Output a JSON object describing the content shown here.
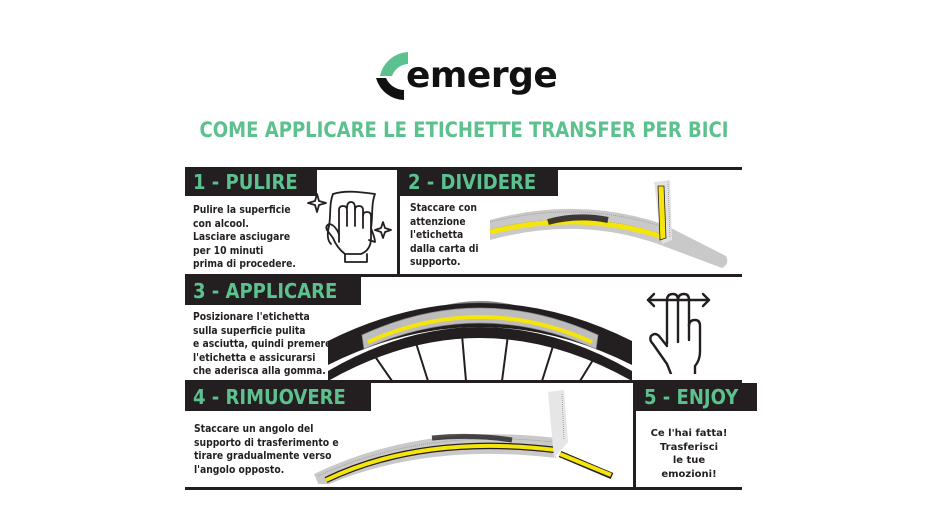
{
  "brand": {
    "name": "emerge",
    "accent": "#5cc18e",
    "dark": "#231f20"
  },
  "title": "COME APPLICARE LE ETICHETTE TRANSFER PER BICI",
  "colors": {
    "accent": "#5cc18e",
    "ink": "#231f20",
    "sticker": "#f5e50a",
    "backing": "#c8c8c8"
  },
  "steps": [
    {
      "label": "1 - PULIRE",
      "lines": [
        "Pulire la superficie",
        "con alcool.",
        "Lasciare asciugare",
        "per 10 minuti",
        "prima di procedere."
      ],
      "icon": "cleaning-hand-cloth-icon"
    },
    {
      "label": "2 - DIVIDERE",
      "lines": [
        "Staccare con",
        "attenzione",
        "l'etichetta",
        "dalla carta di",
        "supporto."
      ],
      "icon": "sticker-peel-backing-illustration"
    },
    {
      "label": "3 - APPLICARE",
      "lines": [
        "Posizionare l'etichetta",
        "sulla superficie pulita",
        "e asciutta, quindi premere",
        "l'etichetta e assicurarsi",
        "che aderisca alla gomma."
      ],
      "icon": "wheel-with-sticker-illustration",
      "gesture_icon": "two-finger-swipe-icon"
    },
    {
      "label": "4 - RIMUOVERE",
      "lines": [
        "Staccare un angolo del",
        "supporto di trasferimento e",
        "tirare gradualmente verso",
        "l'angolo opposto."
      ],
      "icon": "sticker-remove-transfer-illustration"
    },
    {
      "label": "5 - ENJOY",
      "lines": [
        "Ce l'hai fatta!",
        "Trasferisci",
        "le tue",
        "emozioni!"
      ]
    }
  ]
}
